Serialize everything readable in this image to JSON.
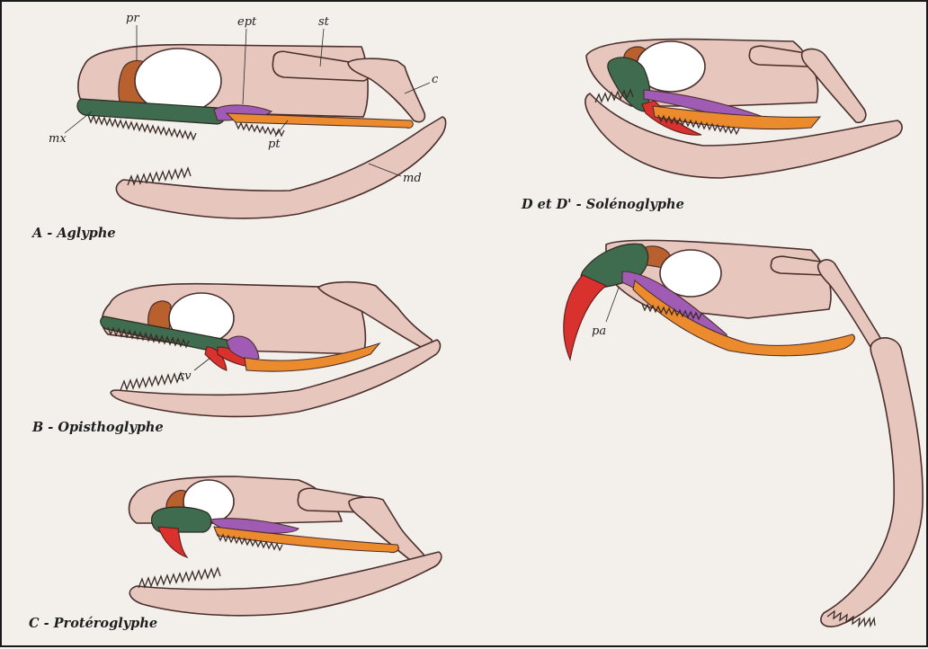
{
  "captions": {
    "a": "A - Aglyphe",
    "b": "B - Opisthoglyphe",
    "c": "C - Protéroglyphe",
    "d": "D et D' - Solénoglyphe"
  },
  "labels": {
    "pr": "pr",
    "ept": "ept",
    "st": "st",
    "c": "c",
    "mx": "mx",
    "pt": "pt",
    "md": "md",
    "cv": "cv",
    "pa": "pa"
  },
  "colors": {
    "bone": "#e6c6bd",
    "maxilla": "#3f6b4e",
    "prefrontal": "#b8612e",
    "ectopterygoid": "#a05bb5",
    "pterygoid": "#ec8a2e",
    "fang": "#d9322e",
    "eye": "#ffffff"
  }
}
